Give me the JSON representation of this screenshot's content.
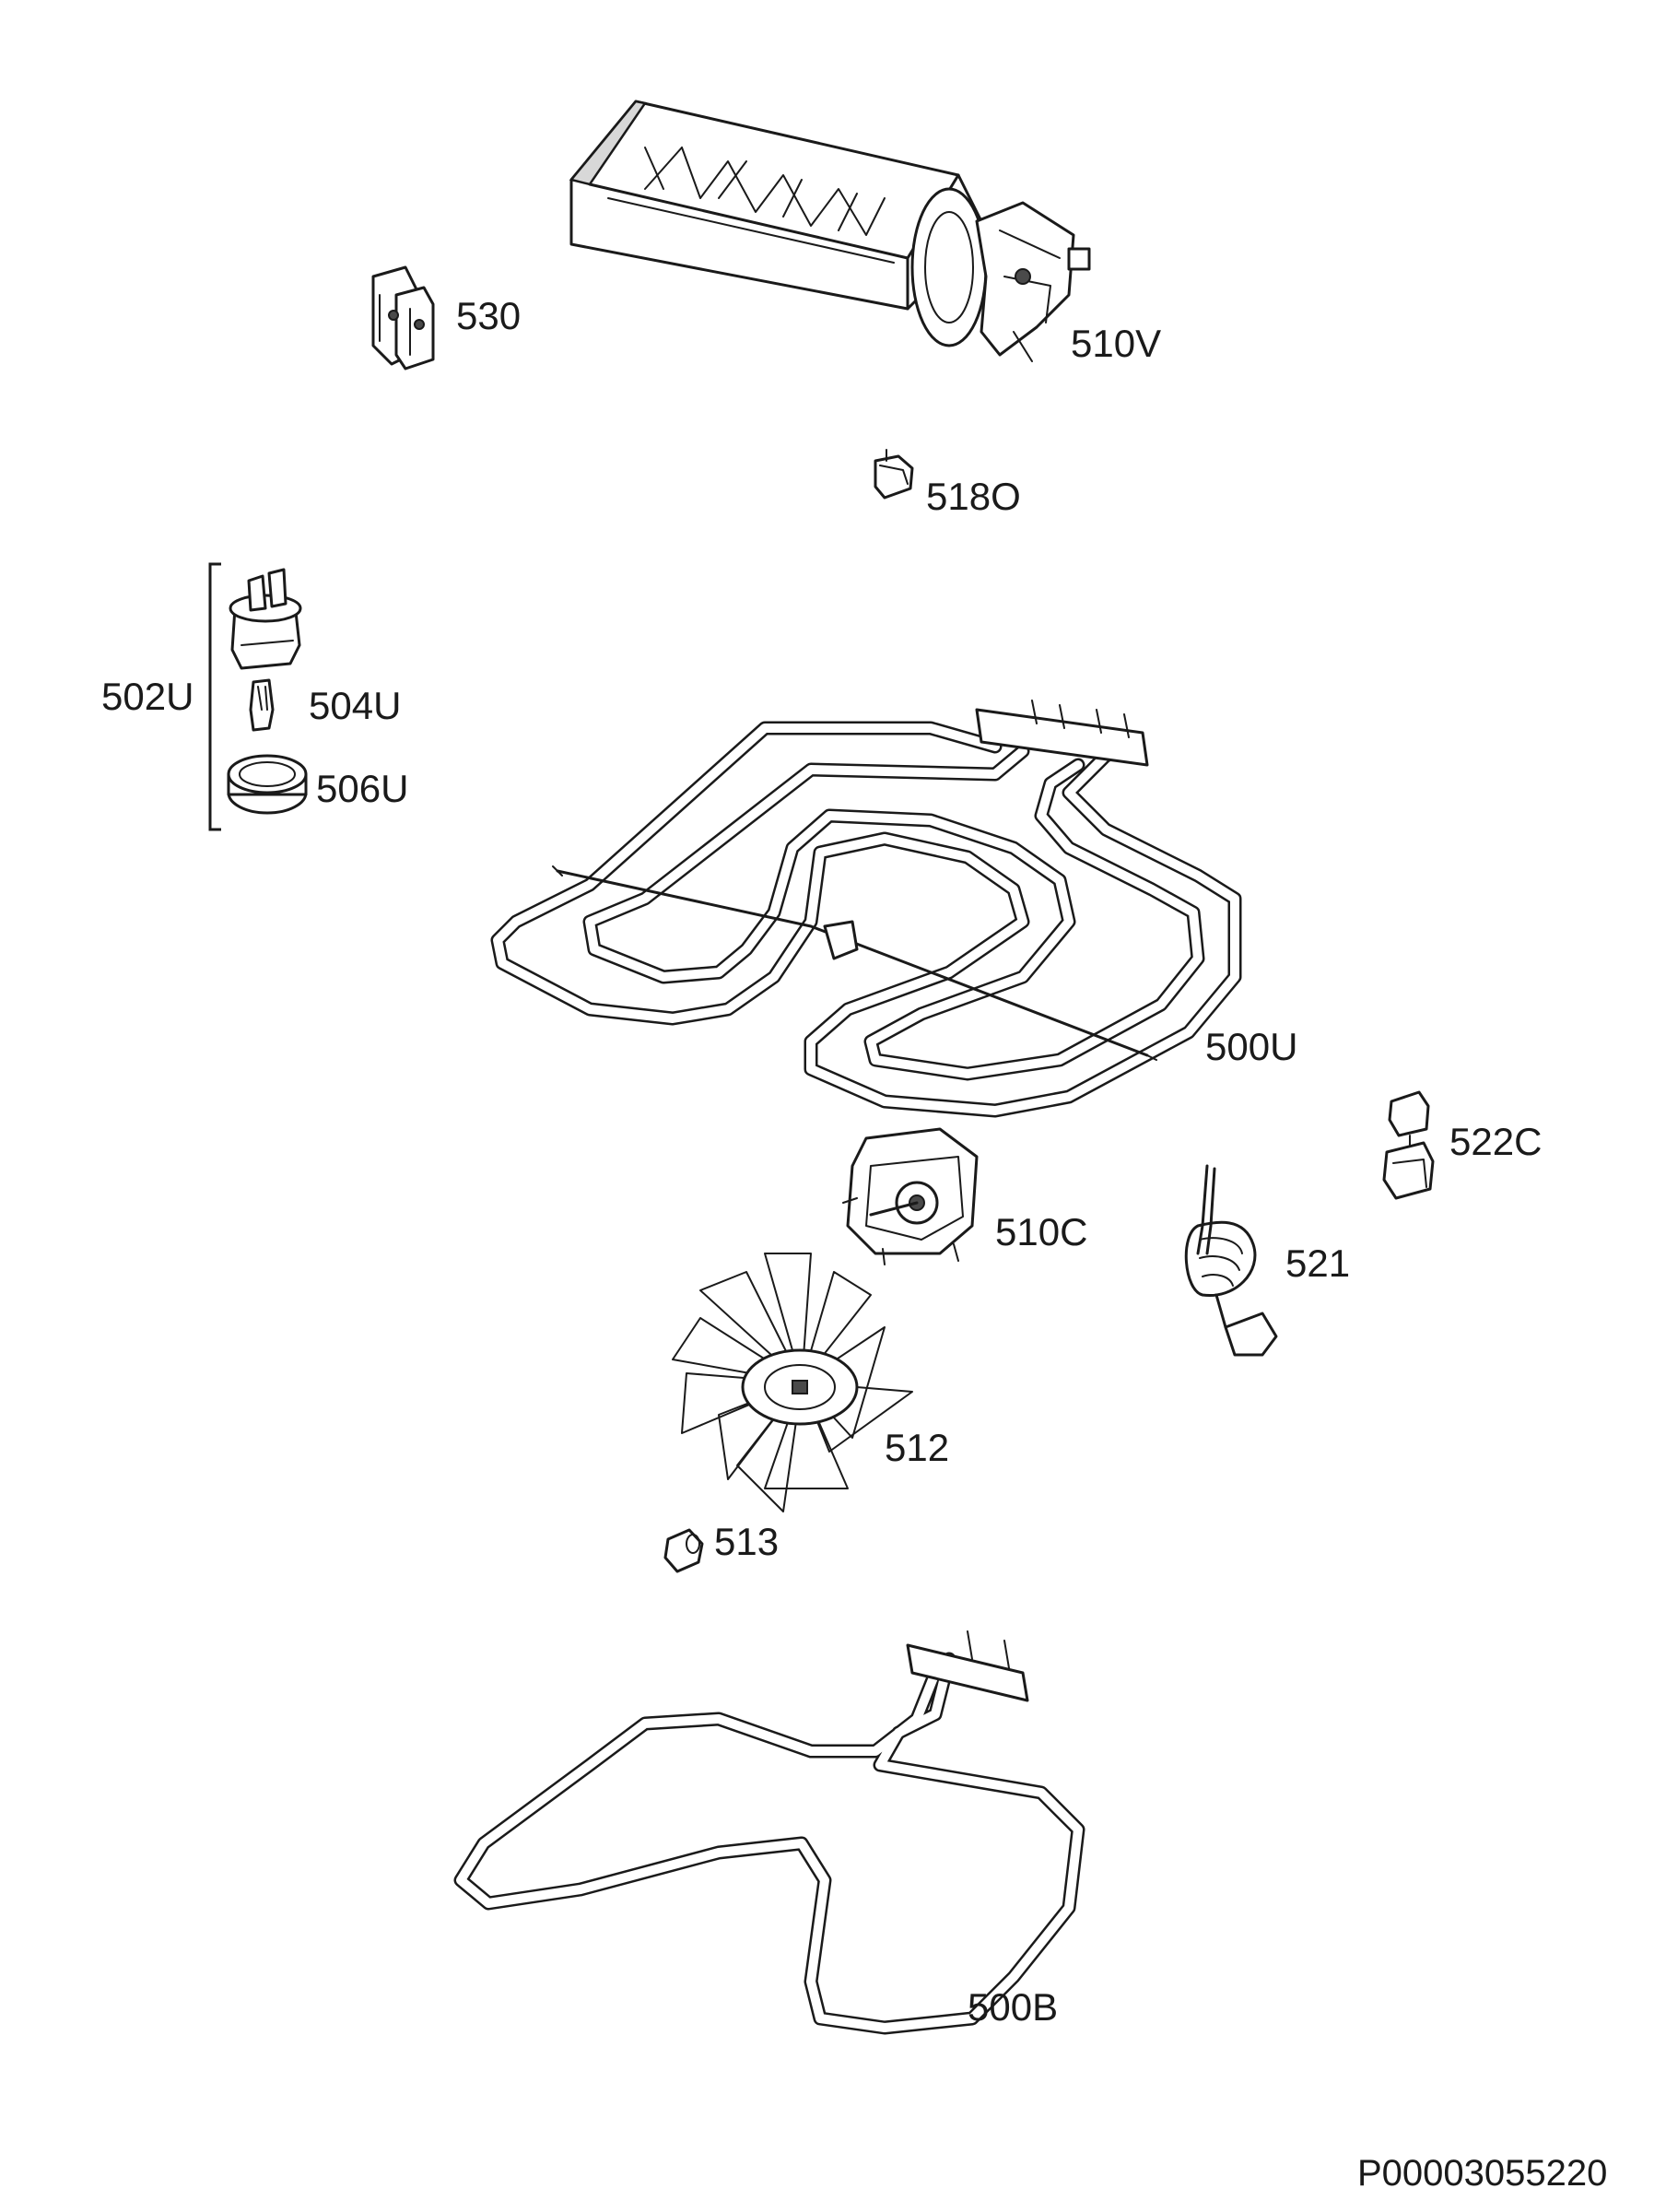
{
  "labels": {
    "p530": "530",
    "p510v": "510V",
    "p518o": "518O",
    "p502u": "502U",
    "p504u": "504U",
    "p506u": "506U",
    "p500u": "500U",
    "p522c": "522C",
    "p510c": "510C",
    "p521": "521",
    "p512": "512",
    "p513": "513",
    "p500b": "500B"
  },
  "drawing_code": "P00003055220"
}
